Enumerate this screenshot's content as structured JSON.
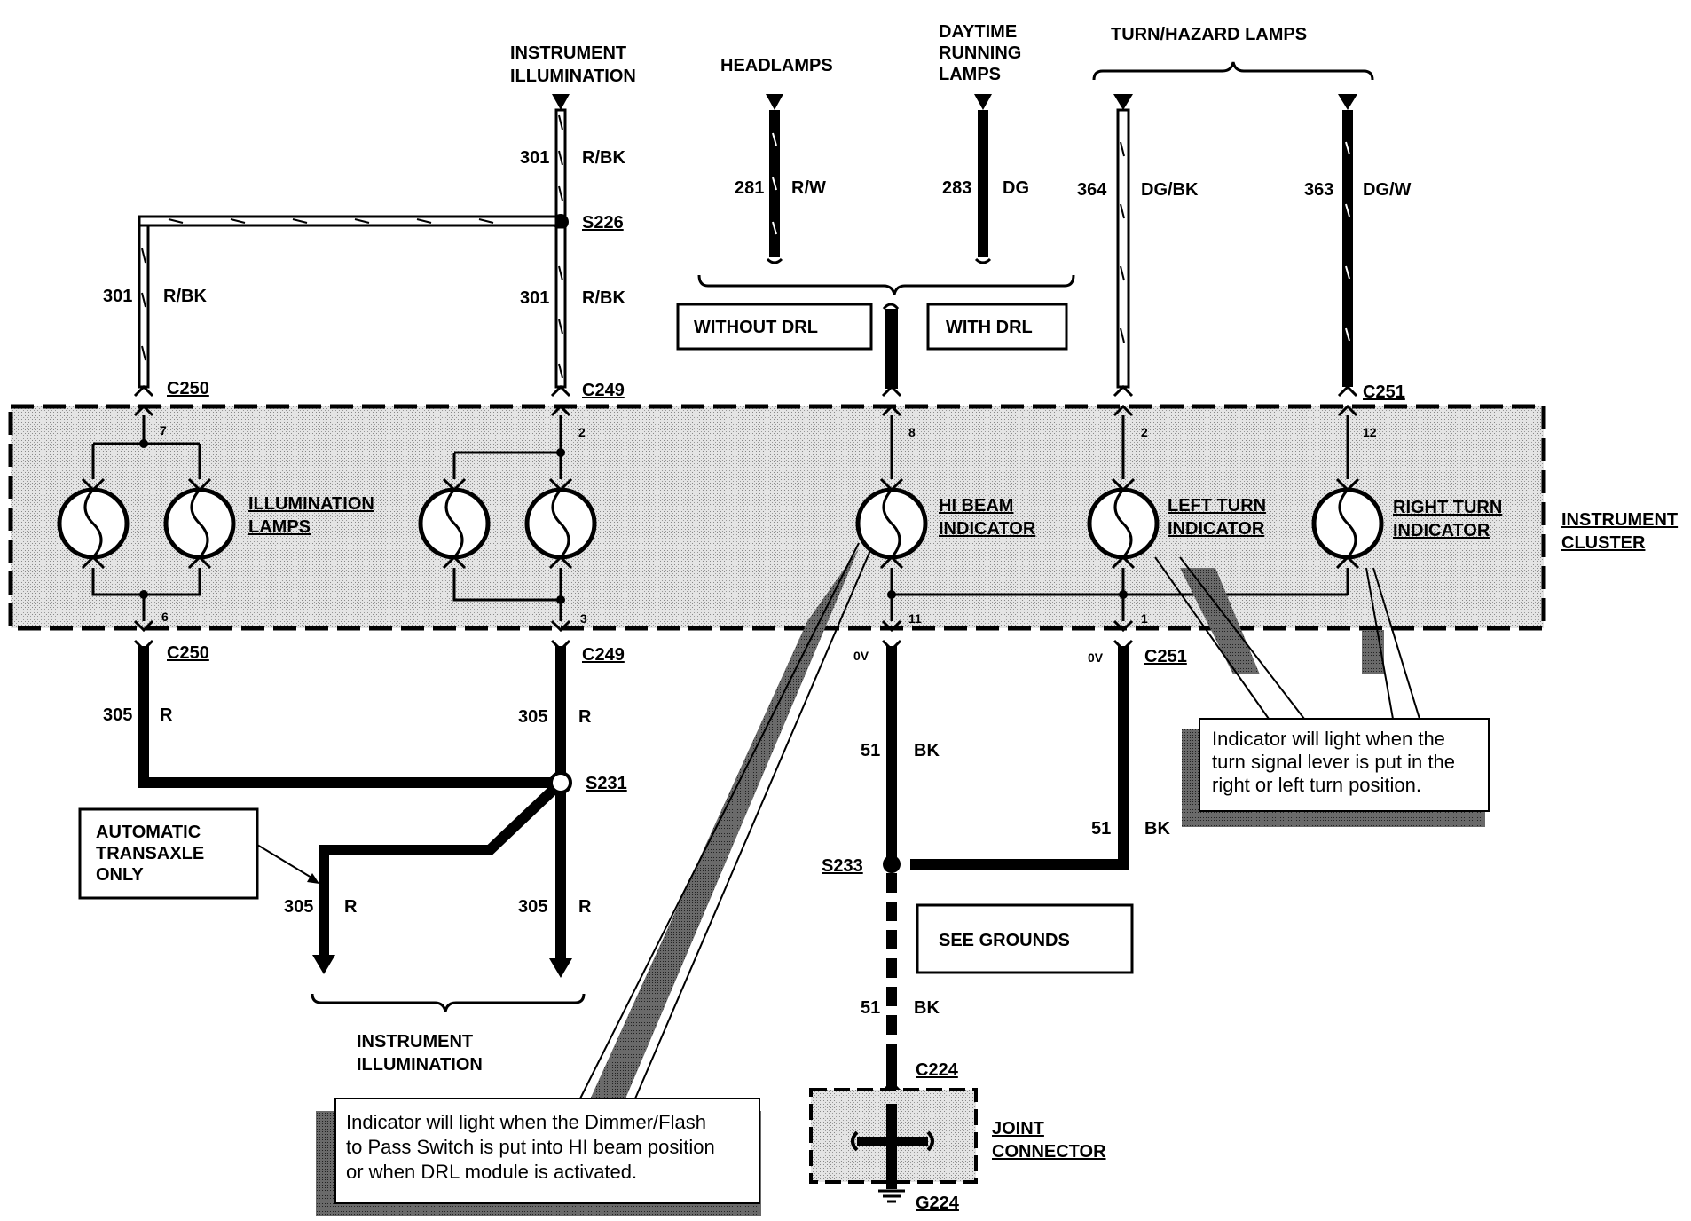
{
  "labels": {
    "instrument_illumination_top": [
      "INSTRUMENT",
      "ILLUMINATION"
    ],
    "headlamps": "HEADLAMPS",
    "drl": [
      "DAYTIME",
      "RUNNING",
      "LAMPS"
    ],
    "turn_hazard": "TURN/HAZARD LAMPS",
    "without_drl": "WITHOUT DRL",
    "with_drl": "WITH DRL",
    "illumination_lamps": [
      "ILLUMINATION",
      "LAMPS"
    ],
    "hi_beam": [
      "HI BEAM",
      "INDICATOR"
    ],
    "left_turn": [
      "LEFT TURN",
      "INDICATOR"
    ],
    "right_turn": [
      "RIGHT TURN",
      "INDICATOR"
    ],
    "instrument_cluster": [
      "INSTRUMENT",
      "CLUSTER"
    ],
    "auto_transaxle": [
      "AUTOMATIC",
      "TRANSAXLE",
      "ONLY"
    ],
    "see_grounds": "SEE GROUNDS",
    "instrument_illumination_bottom": [
      "INSTRUMENT",
      "ILLUMINATION"
    ],
    "joint_connector": [
      "JOINT",
      "CONNECTOR"
    ]
  },
  "wires": {
    "w301_top": {
      "circuit": "301",
      "color": "R/BK"
    },
    "w301_left": {
      "circuit": "301",
      "color": "R/BK"
    },
    "w301_mid": {
      "circuit": "301",
      "color": "R/BK"
    },
    "w281": {
      "circuit": "281",
      "color": "R/W"
    },
    "w283": {
      "circuit": "283",
      "color": "DG"
    },
    "w364": {
      "circuit": "364",
      "color": "DG/BK"
    },
    "w363": {
      "circuit": "363",
      "color": "DG/W"
    },
    "w305_left": {
      "circuit": "305",
      "color": "R"
    },
    "w305_right": {
      "circuit": "305",
      "color": "R"
    },
    "w305_auto": {
      "circuit": "305",
      "color": "R"
    },
    "w305_bottom": {
      "circuit": "305",
      "color": "R"
    },
    "w51_a": {
      "circuit": "51",
      "color": "BK"
    },
    "w51_b": {
      "circuit": "51",
      "color": "BK"
    },
    "w51_c": {
      "circuit": "51",
      "color": "BK"
    }
  },
  "connectors": {
    "c250_top": "C250",
    "c249_top": "C249",
    "c251_top": "C251",
    "c250_bottom": "C250",
    "c249_bottom": "C249",
    "c251_bottom": "C251",
    "c224": "C224",
    "g224": "G224"
  },
  "splices": {
    "s226": "S226",
    "s231": "S231",
    "s233": "S233"
  },
  "pins": {
    "p7": "7",
    "p6": "6",
    "p2a": "2",
    "p3": "3",
    "p8": "8",
    "p11": "11",
    "p2b": "2",
    "p1": "1",
    "p12": "12"
  },
  "voltages": {
    "v_left": "0V",
    "v_right": "0V"
  },
  "notes": {
    "turn_note": [
      "Indicator will light when the",
      "turn signal lever is put in the",
      "right or left turn position."
    ],
    "hibeam_note": [
      "Indicator will light when the Dimmer/Flash",
      "to Pass Switch is put into HI beam position",
      "or when DRL module is activated."
    ]
  },
  "colors": {
    "line": "#000000",
    "cluster_fill": "#d6d6d6",
    "shadow": "#555555"
  }
}
